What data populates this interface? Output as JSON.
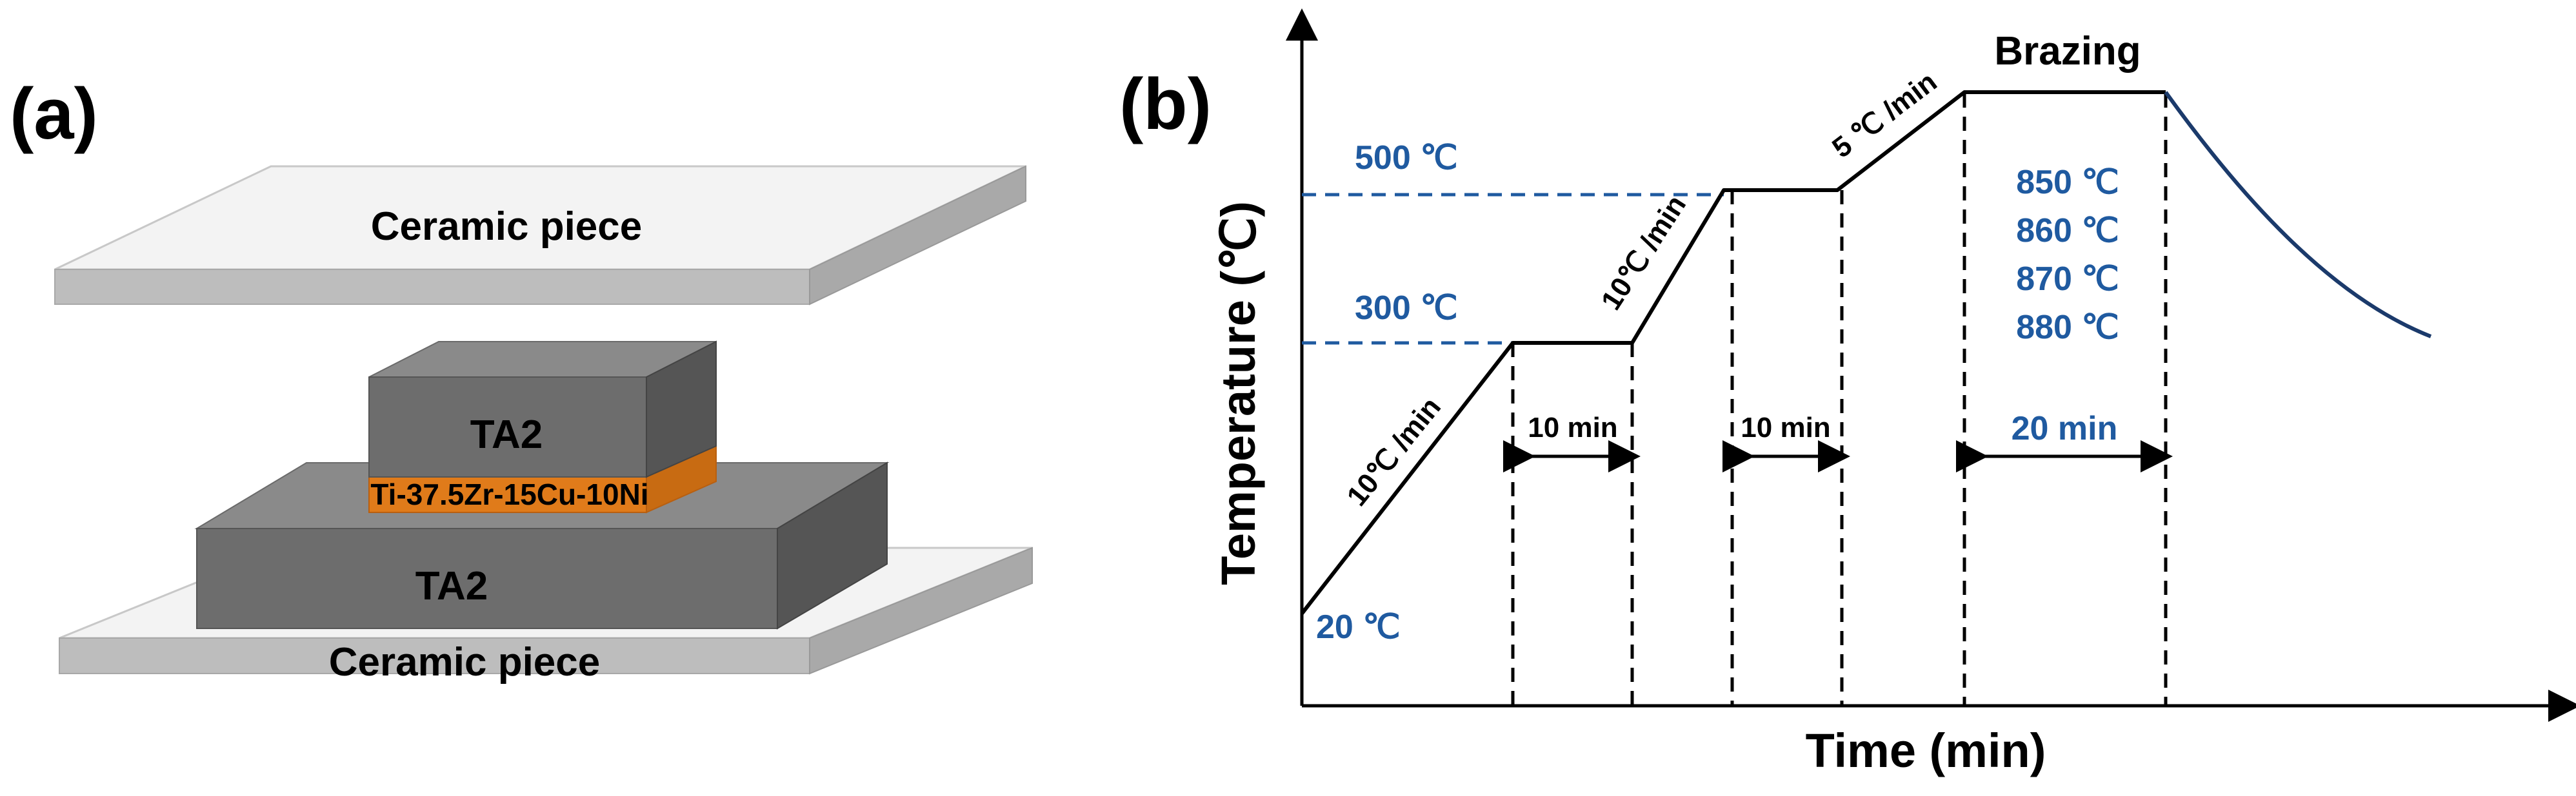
{
  "panel_a": {
    "label": "(a)",
    "top_plate": "Ceramic piece",
    "upper_block": "TA2",
    "filler_layer": "Ti-37.5Zr-15Cu-10Ni",
    "lower_block": "TA2",
    "bottom_plate": "Ceramic piece",
    "colors": {
      "plate_top": "#f3f3f3",
      "plate_side": "#bdbdbd",
      "block_front": "#6d6d6d",
      "block_top": "#8a8a8a",
      "block_side": "#555555",
      "filler": "#e07b1a"
    }
  },
  "panel_b": {
    "label": "(b)",
    "x_axis_title": "Time (min)",
    "y_axis_title": "Temperature (℃)",
    "temperature_labels": {
      "t20": "20 ℃",
      "t300": "300 ℃",
      "t500": "500 ℃"
    },
    "brazing": {
      "title": "Brazing",
      "temperatures": [
        "850 ℃",
        "860 ℃",
        "870 ℃",
        "880 ℃"
      ]
    },
    "rates": {
      "ramp1": "10℃ /min",
      "ramp2": "10℃ /min",
      "ramp3": "5 ℃ /min"
    },
    "holds": {
      "hold1": "10 min",
      "hold2": "10 min",
      "hold3": "20 min"
    },
    "colors": {
      "text_blue": "#1f5aa0",
      "dashed_blue": "#1f5aa0",
      "cooling_curve": "#1b3a6b",
      "profile": "#000000"
    }
  }
}
